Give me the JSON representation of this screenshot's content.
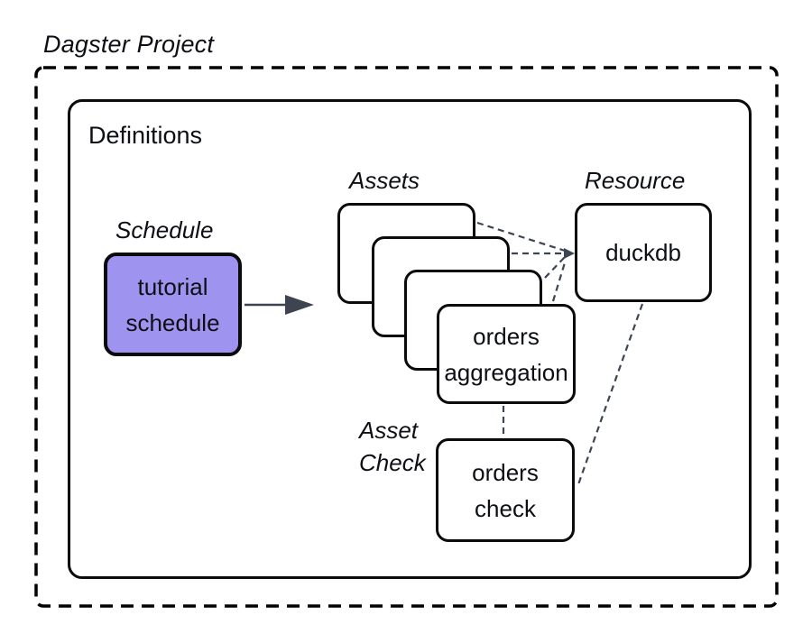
{
  "colors": {
    "accent_purple": "#9e94f0",
    "connector": "#3d4553",
    "arrow_head": "#3e4450",
    "node_border": "#0b0b0e"
  },
  "diagram": {
    "title": "Dagster Project",
    "definitions": {
      "label": "Definitions"
    },
    "schedule": {
      "section_label": "Schedule",
      "node_label": "tutorial\nschedule"
    },
    "assets": {
      "section_label": "Assets",
      "front_node_label": "orders\naggregation"
    },
    "resource": {
      "section_label": "Resource",
      "node_label": "duckdb"
    },
    "asset_check": {
      "section_label": "Asset\nCheck",
      "node_label": "orders\ncheck"
    }
  }
}
